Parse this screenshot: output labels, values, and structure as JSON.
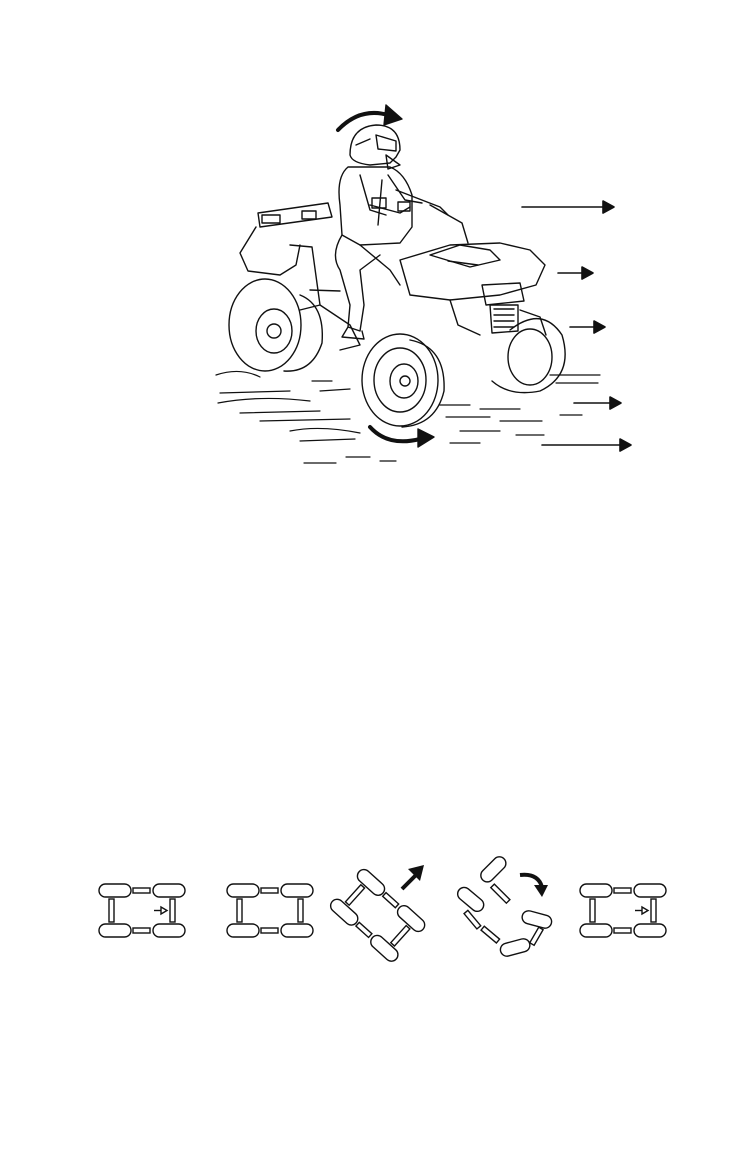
{
  "illustration": {
    "icon": "atv-rider-turning-illustration",
    "stroke_color": "#111111",
    "background_color": "#ffffff"
  },
  "diagrams": [
    {
      "icon": "atv-topview-neutral-with-arrow",
      "step": 1
    },
    {
      "icon": "atv-topview-neutral",
      "step": 2
    },
    {
      "icon": "atv-topview-lean-forward-arrow",
      "step": 3
    },
    {
      "icon": "atv-topview-turning-arrow",
      "step": 4
    },
    {
      "icon": "atv-topview-neutral-with-arrow",
      "step": 5
    }
  ]
}
